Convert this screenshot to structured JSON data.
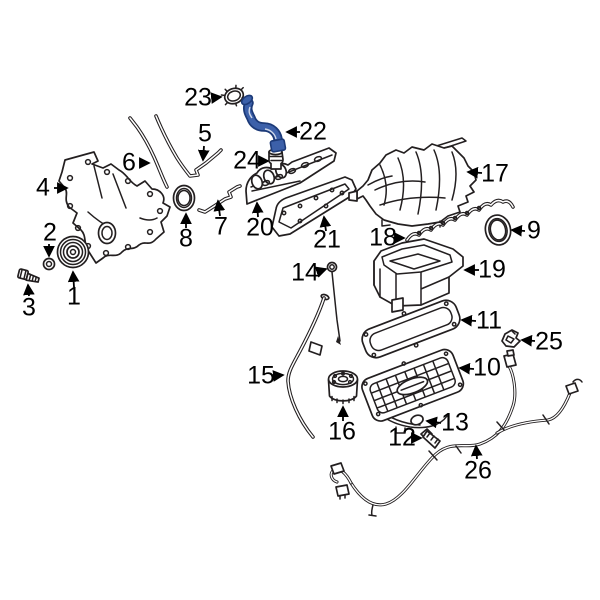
{
  "diagram": {
    "background_color": "#ffffff",
    "line_color": "#231f20",
    "highlight_color": "#3c60a9",
    "highlight_outline_color": "#1c3a78",
    "labels": [
      {
        "number": "1"
      },
      {
        "number": "2"
      },
      {
        "number": "3"
      },
      {
        "number": "4"
      },
      {
        "number": "5"
      },
      {
        "number": "6"
      },
      {
        "number": "7"
      },
      {
        "number": "8"
      },
      {
        "number": "9"
      },
      {
        "number": "10"
      },
      {
        "number": "11"
      },
      {
        "number": "12"
      },
      {
        "number": "13"
      },
      {
        "number": "14"
      },
      {
        "number": "15"
      },
      {
        "number": "16"
      },
      {
        "number": "17"
      },
      {
        "number": "18"
      },
      {
        "number": "19"
      },
      {
        "number": "20"
      },
      {
        "number": "21"
      },
      {
        "number": "22"
      },
      {
        "number": "23"
      },
      {
        "number": "24"
      },
      {
        "number": "25"
      },
      {
        "number": "26"
      }
    ]
  }
}
